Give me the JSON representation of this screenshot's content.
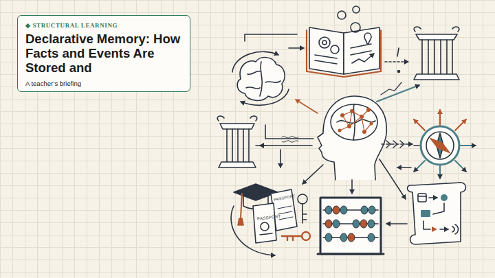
{
  "diagram": {
    "title": "Declarative Memory: How Facts and Events Are Stored and",
    "labels": [
      "◆ STRUCTURAL LEARNING",
      "A teacher’s briefing",
      "PASSPORT",
      "PASSPORT"
    ]
  }
}
